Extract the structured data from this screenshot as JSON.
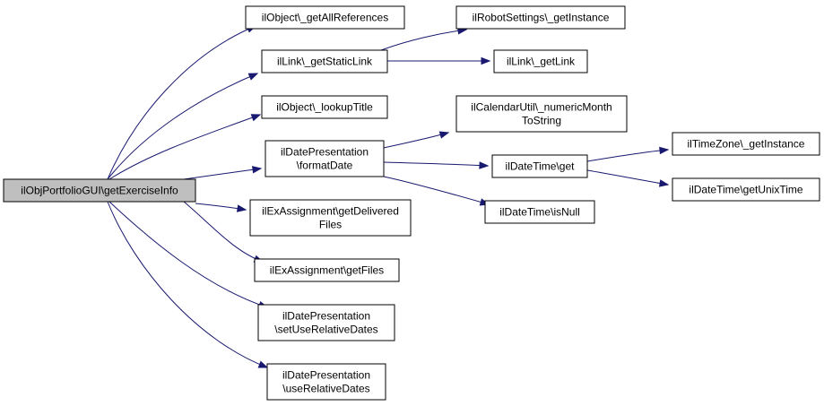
{
  "diagram": {
    "nodes": [
      {
        "id": "root",
        "lines": [
          "ilObjPortfolioGUI\\getExerciseInfo"
        ]
      },
      {
        "id": "getAllReferences",
        "lines": [
          "ilObject\\_getAllReferences"
        ]
      },
      {
        "id": "getStaticLink",
        "lines": [
          "ilLink\\_getStaticLink"
        ]
      },
      {
        "id": "lookupTitle",
        "lines": [
          "ilObject\\_lookupTitle"
        ]
      },
      {
        "id": "formatDate",
        "lines": [
          "ilDatePresentation",
          "\\formatDate"
        ]
      },
      {
        "id": "getDeliveredFiles",
        "lines": [
          "ilExAssignment\\getDelivered",
          "Files"
        ]
      },
      {
        "id": "getFiles",
        "lines": [
          "ilExAssignment\\getFiles"
        ]
      },
      {
        "id": "setUseRelativeDates",
        "lines": [
          "ilDatePresentation",
          "\\setUseRelativeDates"
        ]
      },
      {
        "id": "useRelativeDates",
        "lines": [
          "ilDatePresentation",
          "\\useRelativeDates"
        ]
      },
      {
        "id": "robotGetInstance",
        "lines": [
          "ilRobotSettings\\_getInstance"
        ]
      },
      {
        "id": "getLink",
        "lines": [
          "ilLink\\_getLink"
        ]
      },
      {
        "id": "numericMonth",
        "lines": [
          "ilCalendarUtil\\_numericMonth",
          "ToString"
        ]
      },
      {
        "id": "dateTimeGet",
        "lines": [
          "ilDateTime\\get"
        ]
      },
      {
        "id": "isNull",
        "lines": [
          "ilDateTime\\isNull"
        ]
      },
      {
        "id": "tzGetInstance",
        "lines": [
          "ilTimeZone\\_getInstance"
        ]
      },
      {
        "id": "getUnixTime",
        "lines": [
          "ilDateTime\\getUnixTime"
        ]
      }
    ],
    "edges": [
      {
        "from": "root",
        "to": "getAllReferences"
      },
      {
        "from": "root",
        "to": "getStaticLink"
      },
      {
        "from": "root",
        "to": "lookupTitle"
      },
      {
        "from": "root",
        "to": "formatDate"
      },
      {
        "from": "root",
        "to": "getDeliveredFiles"
      },
      {
        "from": "root",
        "to": "getFiles"
      },
      {
        "from": "root",
        "to": "setUseRelativeDates"
      },
      {
        "from": "root",
        "to": "useRelativeDates"
      },
      {
        "from": "getStaticLink",
        "to": "robotGetInstance"
      },
      {
        "from": "getStaticLink",
        "to": "getLink"
      },
      {
        "from": "formatDate",
        "to": "numericMonth"
      },
      {
        "from": "formatDate",
        "to": "dateTimeGet"
      },
      {
        "from": "formatDate",
        "to": "isNull"
      },
      {
        "from": "dateTimeGet",
        "to": "tzGetInstance"
      },
      {
        "from": "dateTimeGet",
        "to": "getUnixTime"
      }
    ],
    "colors": {
      "edge": "#191970",
      "root_fill": "#bfbfbf",
      "node_fill": "#ffffff",
      "border": "#000000"
    }
  }
}
